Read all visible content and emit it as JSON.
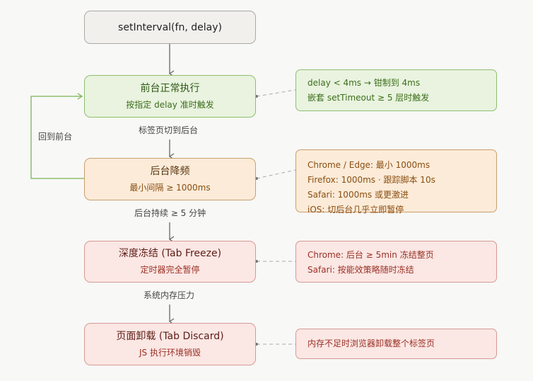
{
  "nodes": [
    {
      "title": "setInterval(fn, delay)"
    },
    {
      "title": "前台正常执行",
      "subtitle": "按指定 delay 准时触发"
    },
    {
      "title": "后台降频",
      "subtitle": "最小间隔 ≥ 1000ms"
    },
    {
      "title": "深度冻结 (Tab Freeze)",
      "subtitle": "定时器完全暂停"
    },
    {
      "title": "页面卸载 (Tab Discard)",
      "subtitle": "JS 执行环境销毁"
    }
  ],
  "edges": {
    "to_background": "标签页切到后台",
    "to_freeze": "后台持续 ≥ 5 分钟",
    "to_discard": "系统内存压力",
    "back_to_foreground": "回到前台"
  },
  "notes": {
    "foreground": [
      "delay < 4ms → 钳制到 4ms",
      "嵌套 setTimeout ≥ 5 层时触发"
    ],
    "background": [
      "Chrome / Edge: 最小 1000ms",
      "Firefox: 1000ms · 跟踪脚本 10s",
      "Safari: 1000ms 或更激进",
      "iOS: 切后台几乎立即暂停"
    ],
    "freeze": [
      "Chrome: 后台 ≥ 5min 冻结整页",
      "Safari: 按能效策略随时冻结"
    ],
    "discard": [
      "内存不足时浏览器卸载整个标签页"
    ]
  }
}
